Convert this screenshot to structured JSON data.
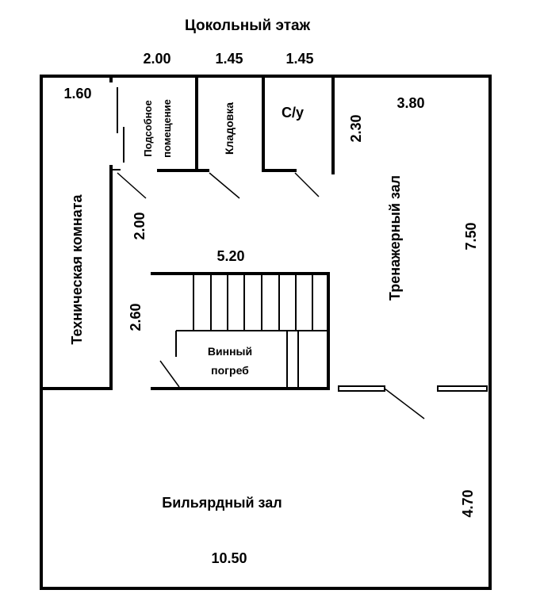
{
  "title": "Цокольный этаж",
  "dimensions": {
    "top_2_00": "2.00",
    "top_1_45_a": "1.45",
    "top_1_45_b": "1.45",
    "tech_1_60": "1.60",
    "gym_3_80": "3.80",
    "wc_2_30": "2.30",
    "hall_2_00": "2.00",
    "stairs_5_20": "5.20",
    "hall_2_60": "2.60",
    "gym_7_50": "7.50",
    "billiard_4_70": "4.70",
    "billiard_10_50": "10.50"
  },
  "rooms": {
    "technical": "Техническая комната",
    "utility_line1": "Подсобное",
    "utility_line2": "помещение",
    "storage": "Кладовка",
    "wc": "С/у",
    "gym": "Тренажерный зал",
    "wine_line1": "Винный",
    "wine_line2": "погреб",
    "billiard": "Бильярдный зал"
  }
}
